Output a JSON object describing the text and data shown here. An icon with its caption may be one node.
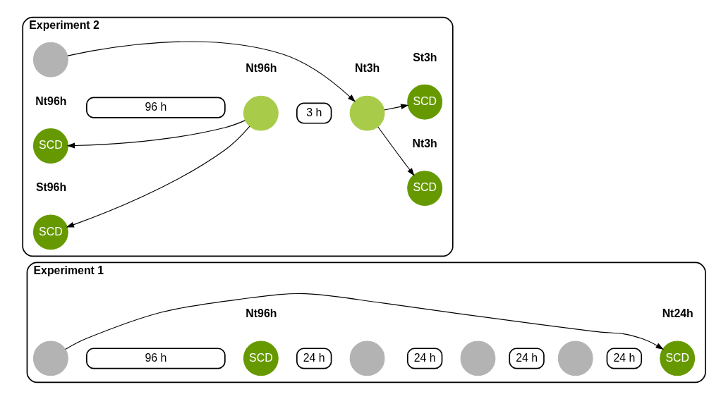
{
  "diagram": {
    "nodes": [
      {
        "text": [
          "Experiment 1"
        ]
      },
      {
        "text": [],
        "shape": "circle",
        "in": 0
      },
      {
        "text": [
          "96 h"
        ],
        "in": 0
      },
      {
        "text": [
          "SCD"
        ],
        "beside": [
          "Nt96h"
        ],
        "in": 0
      },
      {
        "text": [
          "24 h"
        ],
        "in": 0
      },
      {
        "text": [],
        "shape": "circle",
        "in": 0
      },
      {
        "text": [
          "24 h"
        ],
        "in": 0
      },
      {
        "text": [],
        "shape": "circle",
        "in": 0
      },
      {
        "text": [
          "24 h"
        ],
        "in": 0
      },
      {
        "text": [],
        "shape": "circle",
        "in": 0
      },
      {
        "text": [
          "24 h"
        ],
        "in": 0
      },
      {
        "text": [
          "SCD"
        ],
        "beside": [
          "Nt24h"
        ],
        "in": 0
      },
      {
        "text": [
          "Experiment 2"
        ]
      },
      {
        "text": [],
        "shape": "circle",
        "in": 12
      },
      {
        "text": [
          "96 h"
        ],
        "in": 12
      },
      {
        "text": [],
        "shape": "circle",
        "beside": [
          "Nt96h"
        ],
        "in": 12
      },
      {
        "text": [
          "3 h"
        ],
        "in": 12
      },
      {
        "text": [],
        "shape": "circle",
        "beside": [
          "Nt3h"
        ],
        "in": 12
      },
      {
        "text": [
          "SCD"
        ],
        "beside": [
          "Nt3h"
        ],
        "in": 12
      },
      {
        "text": [
          "SCD"
        ],
        "beside": [
          "St3h"
        ],
        "in": 12
      },
      {
        "text": [
          "SCD"
        ],
        "beside": [
          "Nt96h"
        ],
        "in": 12
      },
      {
        "text": [
          "SCD"
        ],
        "beside": [
          "St96h"
        ],
        "in": 12
      }
    ],
    "edges": [
      {
        "from": 1,
        "to": 11,
        "arrow": "to"
      },
      {
        "from": 13,
        "to": 17,
        "arrow": "to"
      },
      {
        "from": 17,
        "to": 18,
        "arrow": "to"
      },
      {
        "from": 17,
        "to": 19,
        "arrow": "to"
      },
      {
        "from": 15,
        "to": 20,
        "arrow": "to"
      },
      {
        "from": 15,
        "to": 21,
        "arrow": "to"
      }
    ]
  }
}
